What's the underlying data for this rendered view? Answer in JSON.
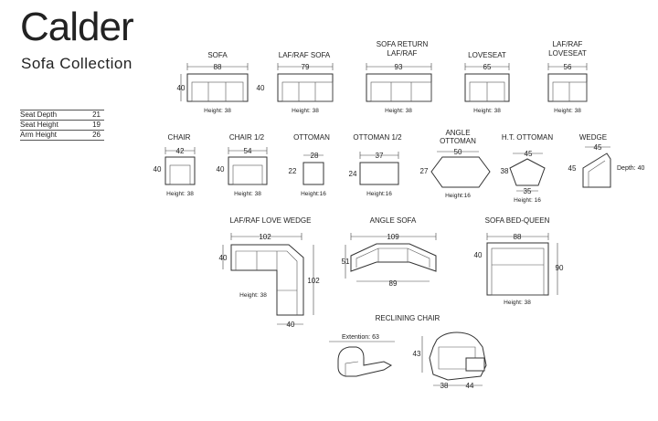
{
  "header": {
    "title": "Calder",
    "subtitle": "Sofa Collection"
  },
  "specs": [
    {
      "label": "Seat Depth",
      "value": "21"
    },
    {
      "label": "Seat Height",
      "value": "19"
    },
    {
      "label": "Arm Height",
      "value": "26"
    }
  ],
  "items": {
    "sofa": {
      "name": "SOFA",
      "width": "88",
      "depth": "40",
      "height": "Height: 38"
    },
    "laf_sofa": {
      "name": "LAF/RAF  SOFA",
      "width": "79",
      "depth": "40",
      "height": "Height: 38"
    },
    "sofa_return": {
      "name": "SOFA RETURN",
      "name2": "LAF/RAF",
      "width": "93",
      "height": "Height: 38"
    },
    "loveseat": {
      "name": "LOVESEAT",
      "width": "65",
      "height": "Height: 38"
    },
    "laf_loveseat": {
      "name": "LAF/RAF",
      "name2": "LOVESEAT",
      "width": "56",
      "height": "Height: 38"
    },
    "chair": {
      "name": "CHAIR",
      "width": "42",
      "depth": "40",
      "height": "Height: 38"
    },
    "chair_half": {
      "name": "CHAIR 1/2",
      "width": "54",
      "depth": "40",
      "height": "Height: 38"
    },
    "ottoman": {
      "name": "OTTOMAN",
      "width": "28",
      "depth": "22",
      "height": "Height:16"
    },
    "ottoman_half": {
      "name": "OTTOMAN 1/2",
      "width": "37",
      "depth": "24",
      "height": "Height:16"
    },
    "angle_ottoman": {
      "name": "ANGLE",
      "name2": "OTTOMAN",
      "width": "50",
      "depth": "27",
      "height": "Height:16"
    },
    "ht_ottoman": {
      "name": "H.T. OTTOMAN",
      "width": "45",
      "depth": "38",
      "width2": "35",
      "height": "Height: 16"
    },
    "wedge": {
      "name": "WEDGE",
      "width": "45",
      "depth": "45",
      "extra": "Depth: 40"
    },
    "love_wedge": {
      "name": "LAF/RAF LOVE WEDGE",
      "width": "102",
      "depth": "40",
      "side": "102",
      "bottom": "40",
      "height": "Height: 38"
    },
    "angle_sofa": {
      "name": "ANGLE SOFA",
      "width": "109",
      "depth": "51",
      "inner": "89"
    },
    "sofa_bed": {
      "name": "SOFA BED-QUEEN",
      "width": "88",
      "depth": "40",
      "open": "90",
      "height": "Height: 38"
    },
    "recliner": {
      "name": "RECLINING CHAIR",
      "extension": "Extention: 63",
      "height": "43",
      "width": "38",
      "depth": "44"
    }
  }
}
